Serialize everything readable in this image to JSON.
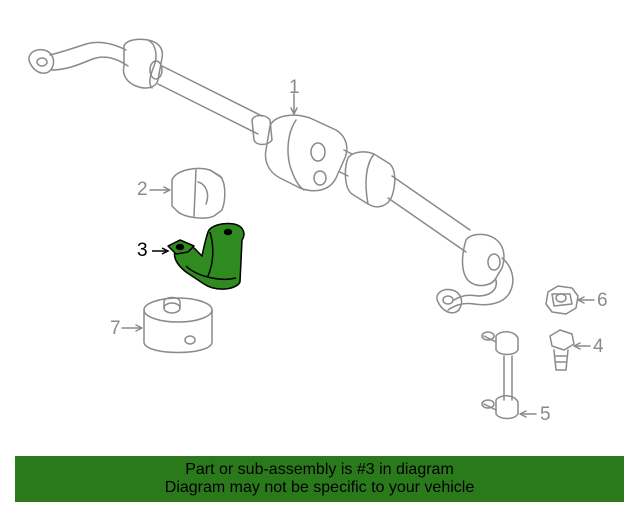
{
  "callouts": [
    {
      "id": "1",
      "label": "1"
    },
    {
      "id": "2",
      "label": "2"
    },
    {
      "id": "3",
      "label": "3"
    },
    {
      "id": "4",
      "label": "4"
    },
    {
      "id": "5",
      "label": "5"
    },
    {
      "id": "6",
      "label": "6"
    },
    {
      "id": "7",
      "label": "7"
    }
  ],
  "highlighted_part": "3",
  "colors": {
    "line_art": "#8a8a8a",
    "highlight_fill": "#2f8a1f",
    "banner_bg": "#2a7a1c"
  },
  "banner": {
    "line1": "Part or sub-assembly is #3 in diagram",
    "line2": "Diagram may not be specific to your vehicle"
  }
}
